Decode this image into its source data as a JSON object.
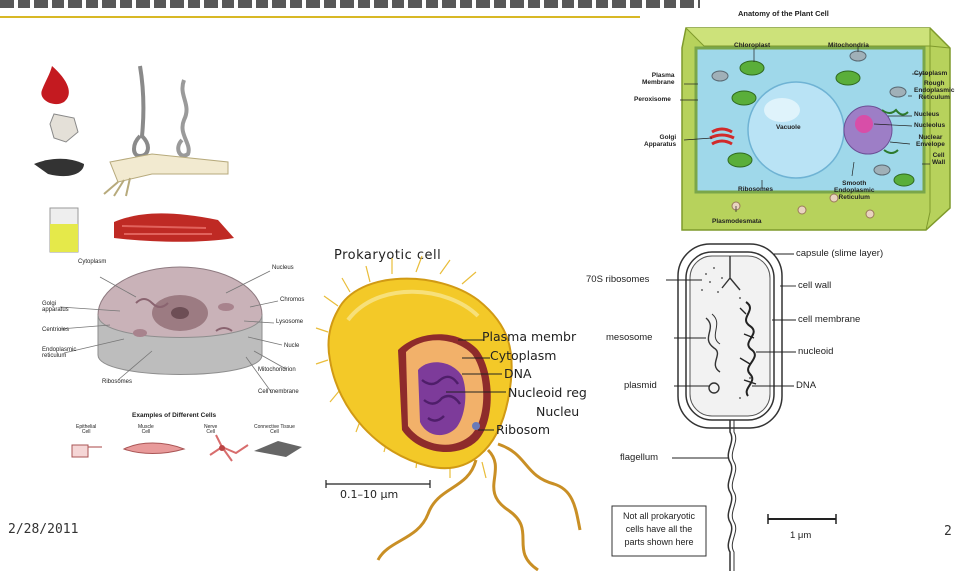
{
  "slide": {
    "date": "2/28/2011",
    "page_number": "2"
  },
  "plant_cell": {
    "title": "Anatomy of the Plant Cell",
    "labels": {
      "chloroplast": "Chloroplast",
      "mitochondria": "Mitochondria",
      "plasma_membrane": "Plasma\nMembrane",
      "peroxisome": "Peroxisome",
      "golgi": "Golgi\nApparatus",
      "vacuole": "Vacuole",
      "ribosomes": "Ribosomes",
      "plasmodesmata": "Plasmodesmata",
      "cytoplasm": "Cytoplasm",
      "rough_er": "Rough\nEndoplasmic\nReticulum",
      "nucleus": "Nucleus",
      "nucleolus": "Nucleolus",
      "nuclear_envelope": "Nuclear\nEnvelope",
      "cell_wall": "Cell\nWall",
      "smooth_er": "Smooth\nEndoplasmic\nReticulum"
    }
  },
  "animal_cell": {
    "labels": {
      "cytoplasm": "Cytoplasm",
      "nucleus": "Nucleus",
      "golgi": "Golgi\napparatus",
      "centrioles": "Centrioles",
      "er": "Endoplasmic\nreticulum",
      "ribosomes": "Ribosomes",
      "chromosomes": "Chromos",
      "lysosome": "Lysosome",
      "nucleolus": "Nucle",
      "mitochondrion": "Mitochondrion",
      "cell_membrane": "Cell membrane"
    },
    "examples_title": "Examples of Different Cells",
    "examples": [
      "Epithelial\nCell",
      "Muscle\nCell",
      "Nerve\nCell",
      "Connective Tissue\nCell"
    ]
  },
  "prokaryote_color": {
    "title": "Prokaryotic cell",
    "labels": [
      "Plasma membr",
      "Cytoplasm",
      "DNA",
      "Nucleoid reg",
      "Nucleu",
      "Ribosom"
    ],
    "scale": "0.1–10 μm"
  },
  "prokaryote_line": {
    "labels": {
      "capsule": "capsule (slime layer)",
      "ribosomes": "70S ribosomes",
      "cell_wall": "cell wall",
      "cell_membrane": "cell membrane",
      "mesosome": "mesosome",
      "nucleoid": "nucleoid",
      "plasmid": "plasmid",
      "dna": "DNA",
      "flagellum": "flagellum"
    },
    "note": "Not all prokaryotic\ncells have all the\nparts shown here",
    "scale": "1 μm"
  },
  "colors": {
    "accent_line": "#d8b825",
    "plant_wall": "#a9c94a",
    "cytoplasm_blue": "#9fd8ea",
    "bacterium_yellow": "#f3c928"
  }
}
